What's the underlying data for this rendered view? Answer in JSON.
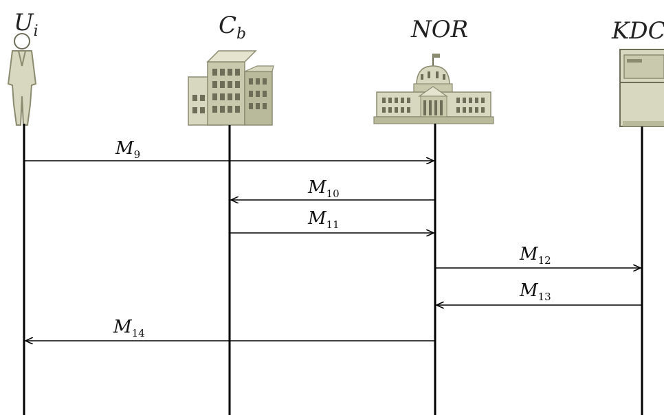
{
  "actors": [
    {
      "id": "ui",
      "name_main": "U",
      "name_sub": "i",
      "icon": "person-icon"
    },
    {
      "id": "cb",
      "name_main": "C",
      "name_sub": "b",
      "icon": "office-building-icon"
    },
    {
      "id": "nor",
      "name_main": "NOR",
      "name_sub": "",
      "icon": "government-building-icon"
    },
    {
      "id": "kdc",
      "name_main": "KDC",
      "name_sub": "",
      "icon": "server-icon"
    }
  ],
  "messages": [
    {
      "from": "ui",
      "to": "nor",
      "label_main": "M",
      "label_sub": "9"
    },
    {
      "from": "nor",
      "to": "cb",
      "label_main": "M",
      "label_sub": "10"
    },
    {
      "from": "cb",
      "to": "nor",
      "label_main": "M",
      "label_sub": "11"
    },
    {
      "from": "nor",
      "to": "kdc",
      "label_main": "M",
      "label_sub": "12"
    },
    {
      "from": "kdc",
      "to": "nor",
      "label_main": "M",
      "label_sub": "13"
    },
    {
      "from": "nor",
      "to": "ui",
      "label_main": "M",
      "label_sub": "14"
    }
  ],
  "colors": {
    "icon_fill": "#d8d8c0",
    "icon_shade": "#b9b99c",
    "icon_stroke": "#8b8b70",
    "window": "#6e6e58",
    "line": "#000000"
  }
}
